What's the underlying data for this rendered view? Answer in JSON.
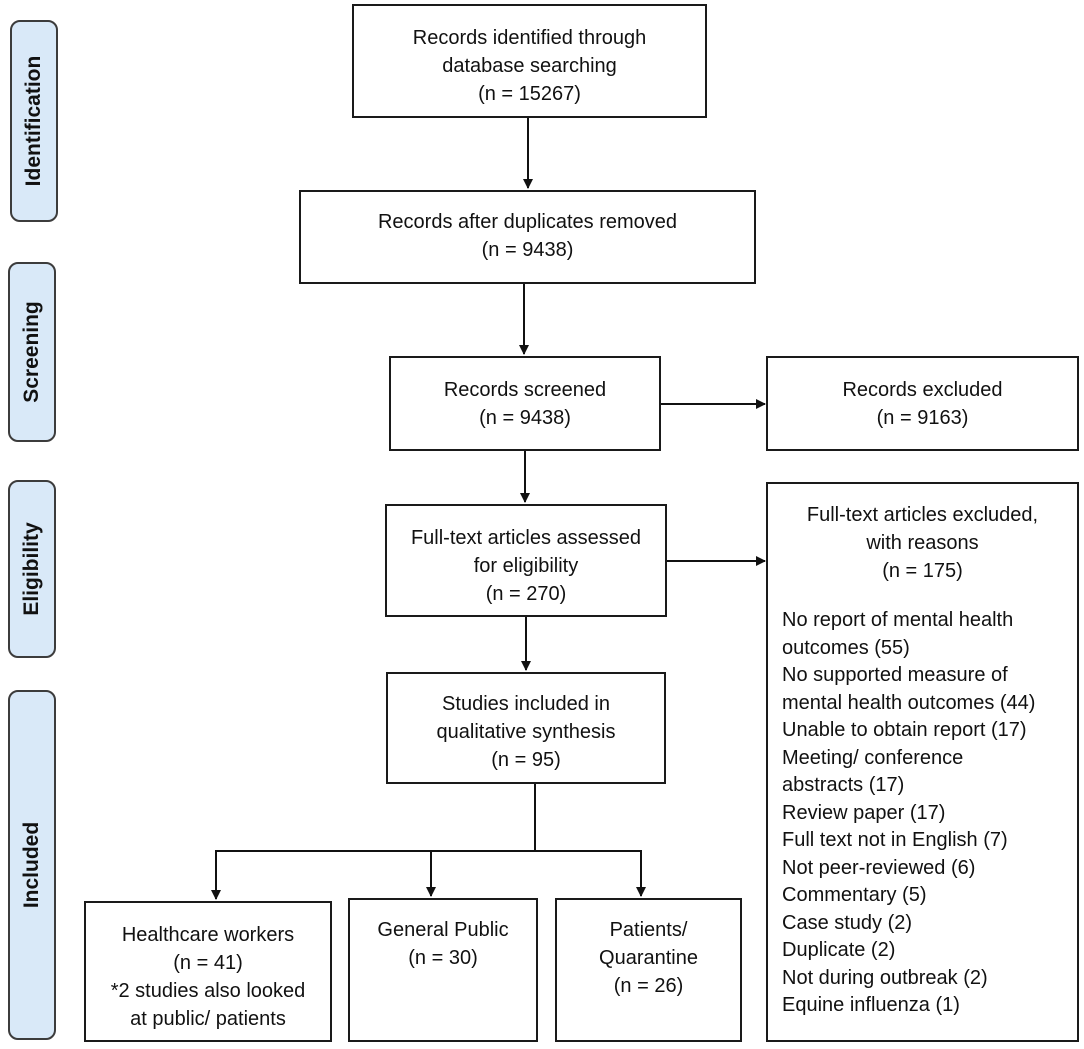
{
  "stages": [
    "Identification",
    "Screening",
    "Eligibility",
    "Included"
  ],
  "boxes": {
    "identified": {
      "lines": [
        "Records identified through",
        "database searching",
        "(n = 15267)"
      ]
    },
    "dedup": {
      "lines": [
        "Records after duplicates removed",
        "(n = 9438)"
      ]
    },
    "screened": {
      "lines": [
        "Records screened",
        "(n = 9438)"
      ]
    },
    "excluded": {
      "lines": [
        "Records excluded",
        "(n = 9163)"
      ]
    },
    "fulltext": {
      "lines": [
        "Full-text articles assessed",
        "for eligibility",
        "(n = 270)"
      ]
    },
    "fulltext_excluded": {
      "lines": [
        "Full-text articles excluded,",
        "with reasons",
        "(n = 175)"
      ],
      "reasons": [
        "No report of mental health",
        "outcomes (55)",
        "No supported measure of",
        "mental health outcomes (44)",
        "Unable to obtain report (17)",
        "Meeting/ conference",
        "abstracts (17)",
        "Review paper (17)",
        "Full text not in English (7)",
        "Not peer-reviewed (6)",
        "Commentary (5)",
        "Case study (2)",
        "Duplicate (2)",
        "Not during outbreak (2)",
        "Equine influenza (1)"
      ]
    },
    "included": {
      "lines": [
        "Studies included in",
        "qualitative synthesis",
        "(n = 95)"
      ]
    },
    "healthcare": {
      "lines": [
        "Healthcare workers",
        "(n = 41)",
        "*2 studies also looked",
        "at public/ patients"
      ]
    },
    "public": {
      "lines": [
        "General Public",
        "(n = 30)"
      ]
    },
    "patients": {
      "lines": [
        "Patients/",
        "Quarantine",
        "(n = 26)"
      ]
    }
  }
}
